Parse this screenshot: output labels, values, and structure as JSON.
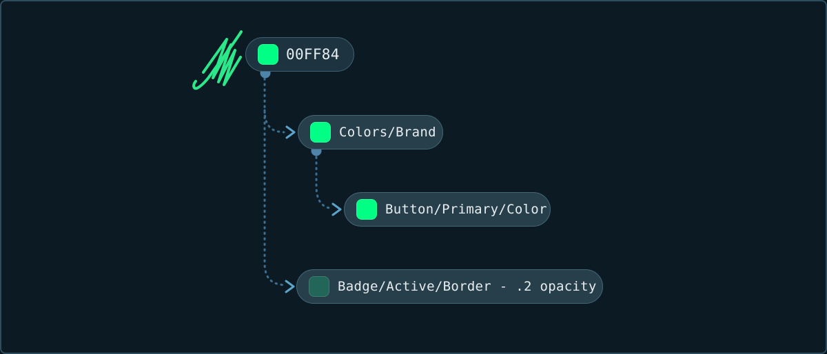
{
  "canvas": {
    "background": "#0c1b23",
    "border_color": "#2d4d5e"
  },
  "connectors": {
    "dash_color": "#3d6e92",
    "dot_color": "#4e84a9",
    "arrow_color": "#5aa5cb"
  },
  "scribble": {
    "color": "#2be98b"
  },
  "accent_color": "#00FF84",
  "nodes": [
    {
      "id": "root",
      "label": "00FF84",
      "swatch_color": "#00FF84"
    },
    {
      "id": "brand",
      "label": "Colors/Brand",
      "swatch_color": "#00FF84"
    },
    {
      "id": "button",
      "label": "Button/Primary/Color",
      "swatch_color": "#00FF84"
    },
    {
      "id": "badge",
      "label": "Badge/Active/Border - .2 opacity",
      "swatch_color": "#226659"
    }
  ]
}
